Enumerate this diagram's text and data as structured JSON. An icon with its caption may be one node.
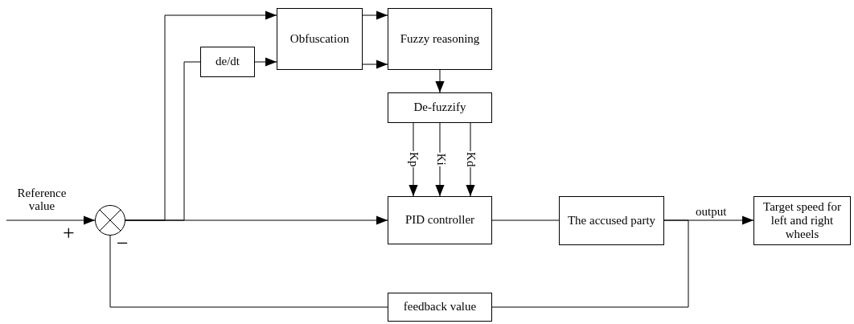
{
  "diagram": {
    "nodes": [
      {
        "text": [
          "Obfuscation"
        ]
      },
      {
        "text": [
          "Fuzzy reasoning"
        ]
      },
      {
        "text": [
          "de/dt"
        ]
      },
      {
        "text": [
          "De-fuzzify"
        ]
      },
      {
        "text": [],
        "shape": "circle"
      },
      {
        "text": [
          "PID controller"
        ]
      },
      {
        "text": [
          "The accused party"
        ]
      },
      {
        "text": [
          "Target speed for left and right wheels"
        ]
      },
      {
        "text": [
          "feedback value"
        ]
      }
    ],
    "edges": [
      {
        "from": null,
        "to": 4,
        "arrow": "to",
        "label": "Reference value"
      },
      {
        "from": 4,
        "to": 5,
        "arrow": "to"
      },
      {
        "from": 4,
        "to": 0,
        "arrow": "to"
      },
      {
        "from": 4,
        "to": 2,
        "arrow": "none"
      },
      {
        "from": 2,
        "to": 0,
        "arrow": "to"
      },
      {
        "from": 0,
        "to": 1,
        "arrow": "to"
      },
      {
        "from": 0,
        "to": 1,
        "arrow": "to"
      },
      {
        "from": 1,
        "to": 3,
        "arrow": "to"
      },
      {
        "from": 3,
        "to": 5,
        "arrow": "to",
        "label": "Kp"
      },
      {
        "from": 3,
        "to": 5,
        "arrow": "to",
        "label": "Ki"
      },
      {
        "from": 3,
        "to": 5,
        "arrow": "to",
        "label": "Kd"
      },
      {
        "from": 5,
        "to": 6,
        "arrow": "none"
      },
      {
        "from": 6,
        "to": 7,
        "arrow": "to",
        "label": "output"
      },
      {
        "from": 6,
        "to": 8,
        "arrow": "none"
      },
      {
        "from": 8,
        "to": 4,
        "arrow": "none"
      }
    ],
    "labels": [
      "+",
      "−"
    ]
  }
}
